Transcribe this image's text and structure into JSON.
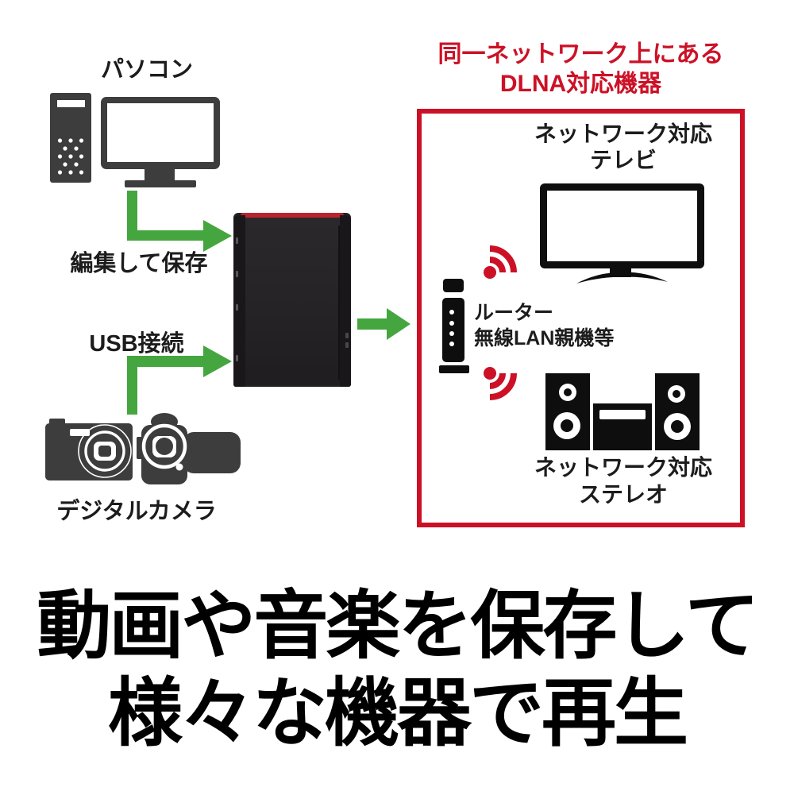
{
  "colors": {
    "accent_green": "#45a63f",
    "accent_red": "#cc1126",
    "icon_gray": "#3d3d3d",
    "icon_black": "#0e0e0e",
    "nas_body": "#232124",
    "nas_top_stripe": "#b9252e"
  },
  "left_column": {
    "pc_label": "パソコン",
    "edit_save_label": "編集して保存",
    "usb_label": "USB接続",
    "camera_label": "デジタルカメラ"
  },
  "dlna_group": {
    "title_line1": "同一ネットワーク上にある",
    "title_line2": "DLNA対応機器",
    "tv_label_line1": "ネットワーク対応",
    "tv_label_line2": "テレビ",
    "router_label_line1": "ルーター",
    "router_label_line2": "無線LAN親機等",
    "stereo_label_line1": "ネットワーク対応",
    "stereo_label_line2": "ステレオ"
  },
  "headline": {
    "line1": "動画や音楽を保存して",
    "line2": "様々な機器で再生"
  }
}
